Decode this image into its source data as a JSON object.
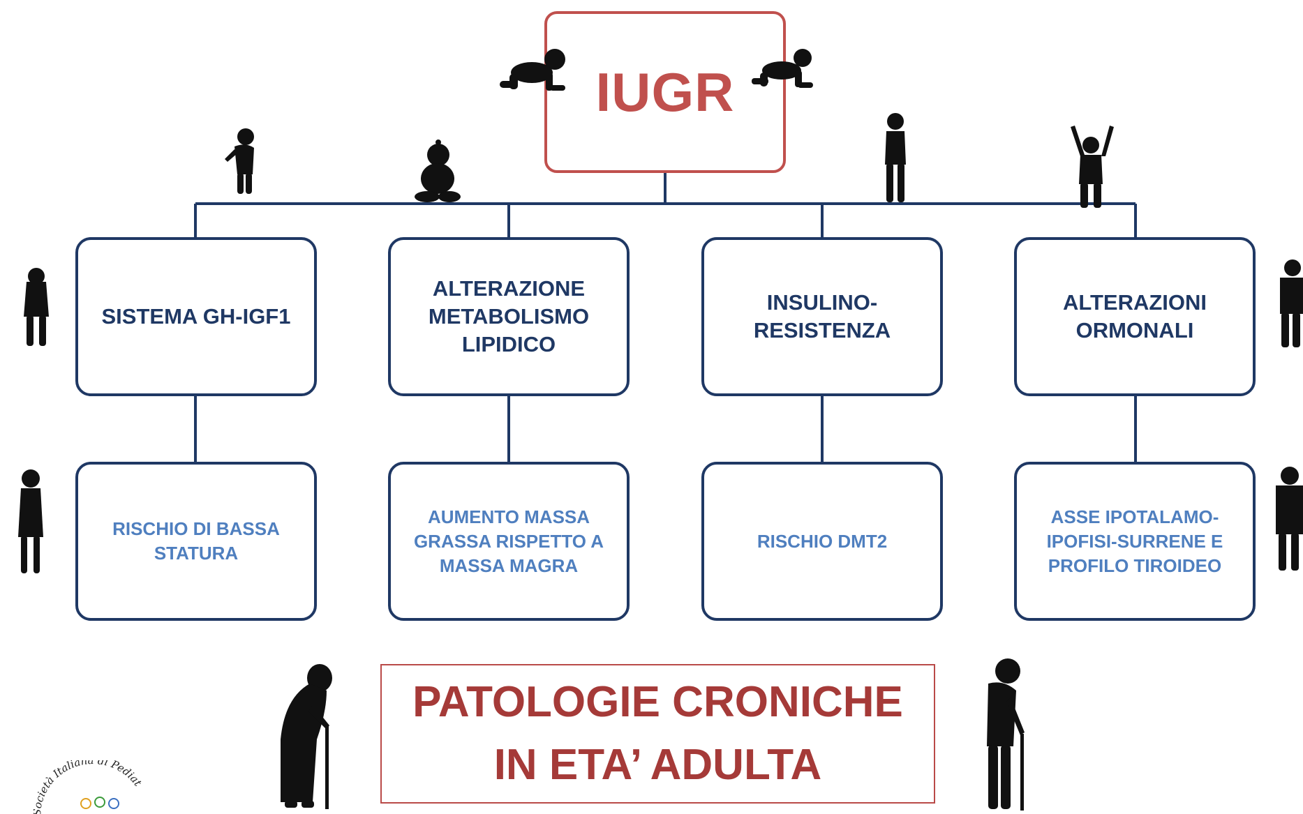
{
  "root": {
    "label": "IUGR"
  },
  "categories": [
    {
      "label": "SISTEMA GH-IGF1",
      "risk": "RISCHIO DI BASSA STATURA"
    },
    {
      "label": "ALTERAZIONE METABOLISMO LIPIDICO",
      "risk": "AUMENTO MASSA GRASSA RISPETTO A MASSA MAGRA"
    },
    {
      "label": "INSULINO-RESISTENZA",
      "risk": "RISCHIO DMT2"
    },
    {
      "label": "ALTERAZIONI ORMONALI",
      "risk": "ASSE IPOTALAMO-IPOFISI-SURRENE E PROFILO TIROIDEO"
    }
  ],
  "outcome": {
    "line1": "PATOLOGIE CRONICHE",
    "line2": "IN ETA’ ADULTA"
  },
  "logo": {
    "text": "Società Italiana di Pediat"
  },
  "colors": {
    "root": "#c0504d",
    "box_border": "#1f3864",
    "category_text": "#1f3864",
    "risk_text": "#4f7fbf",
    "outcome_text": "#a53a38"
  }
}
